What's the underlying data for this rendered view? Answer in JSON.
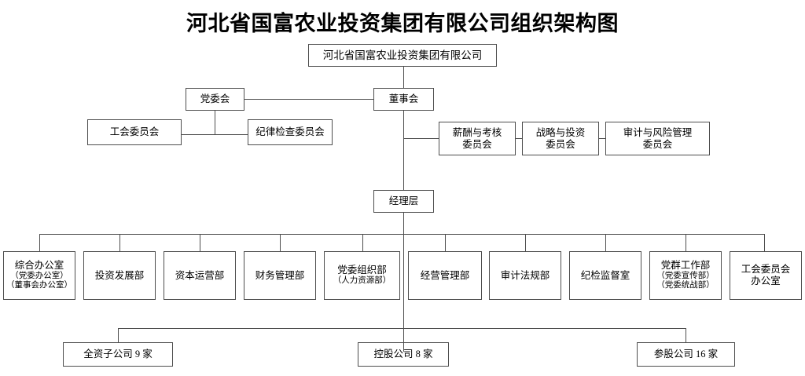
{
  "chart": {
    "type": "org-chart",
    "title": "河北省国富农业投资集团有限公司组织架构图",
    "line_color": "#4d4d4d",
    "background": "#ffffff"
  },
  "nodes": {
    "company": {
      "label": "河北省国富农业投资集团有限公司"
    },
    "party_committee": {
      "label": "党委会"
    },
    "board": {
      "label": "董事会"
    },
    "union_committee": {
      "label": "工会委员会"
    },
    "discipline_committee": {
      "label": "纪律检查委员会"
    },
    "management": {
      "label": "经理层"
    }
  },
  "board_committees": [
    {
      "line1": "薪酬与考核",
      "line2": "委员会"
    },
    {
      "line1": "战略与投资",
      "line2": "委员会"
    },
    {
      "line1": "审计与风险管理",
      "line2": "委员会"
    }
  ],
  "departments": [
    {
      "line1": "综合办公室",
      "line2": "（党委办公室）",
      "line3": "（董事会办公室）"
    },
    {
      "line1": "投资发展部"
    },
    {
      "line1": "资本运营部"
    },
    {
      "line1": "财务管理部"
    },
    {
      "line1": "党委组织部",
      "line2": "（人力资源部）"
    },
    {
      "line1": "经营管理部"
    },
    {
      "line1": "审计法规部"
    },
    {
      "line1": "纪检监督室"
    },
    {
      "line1": "党群工作部",
      "line2": "（党委宣传部）",
      "line3": "（党委统战部）"
    },
    {
      "line1": "工会委员会",
      "line2": "办公室"
    }
  ],
  "subsidiaries": [
    {
      "label": "全资子公司 9 家"
    },
    {
      "label": "控股公司 8 家"
    },
    {
      "label": "参股公司 16 家"
    }
  ]
}
